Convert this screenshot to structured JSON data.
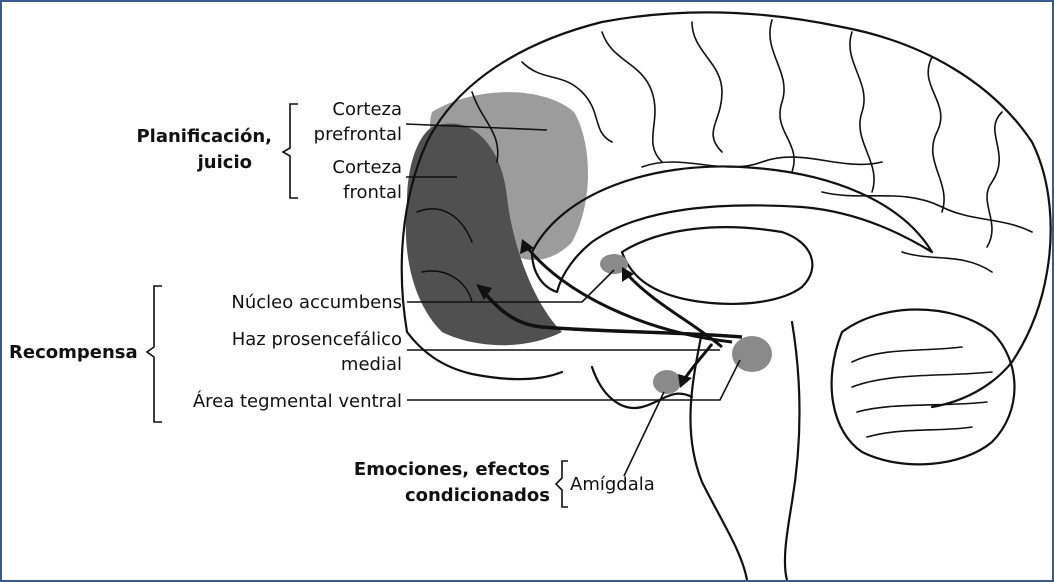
{
  "labels": {
    "planning_line1": "Planificación,",
    "planning_line2": "juicio",
    "prefrontal_line1": "Corteza",
    "prefrontal_line2": "prefrontal",
    "frontal_line1": "Corteza",
    "frontal_line2": "frontal",
    "reward": "Recompensa",
    "accumbens": "Núcleo accumbens",
    "bundle_line1": "Haz prosencefálico",
    "bundle_line2": "medial",
    "vta": "Área tegmental ventral",
    "emotions_line1": "Emociones, efectos",
    "emotions_line2": "condicionados",
    "amygdala": "Amígdala"
  },
  "colors": {
    "frame_border": "#3a5a8c",
    "prefrontal_fill": "#9c9c9c",
    "frontal_fill": "#505050",
    "nucleus_fill": "#8a8a8a",
    "ink": "#111111"
  }
}
